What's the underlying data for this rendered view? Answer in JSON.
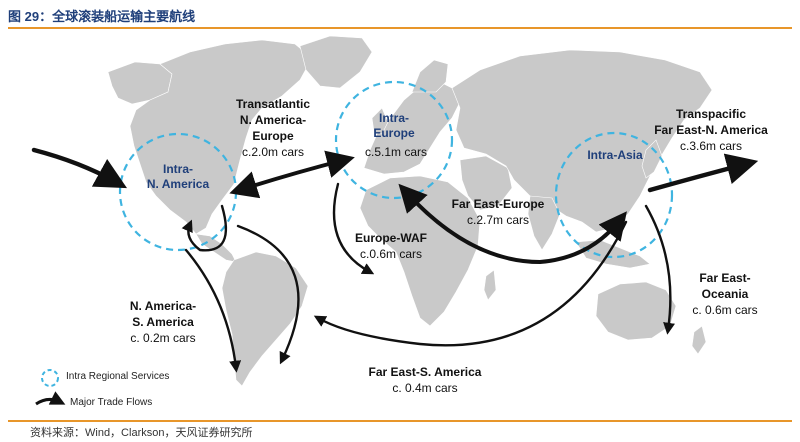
{
  "figure": {
    "title": "图 29：全球滚装船运输主要航线",
    "source": "资料来源：Wind，Clarkson，天风证券研究所"
  },
  "regions": [
    {
      "name_line1": "Intra-",
      "name_line2": "N. America"
    },
    {
      "name_line1": "Intra-",
      "name_line2": "Europe"
    },
    {
      "name_line1": "Intra-Asia",
      "name_line2": ""
    }
  ],
  "routes": {
    "transatlantic": {
      "line1": "Transatlantic",
      "line2": "N. America-",
      "line3": "Europe",
      "value": "c.2.0m cars"
    },
    "intra_europe": {
      "value": "c.5.1m cars"
    },
    "transpacific": {
      "line1": "Transpacific",
      "line2": "Far East-N. America",
      "value": "c.3.6m cars"
    },
    "fareast_europe": {
      "line1": "Far East-Europe",
      "value": "c.2.7m cars"
    },
    "europe_waf": {
      "line1": "Europe-WAF",
      "value": "c.0.6m cars"
    },
    "na_sa": {
      "line1": "N. America-",
      "line2": "S. America",
      "value": "c. 0.2m cars"
    },
    "fe_oceania": {
      "line1": "Far East-",
      "line2": "Oceania",
      "value": "c. 0.6m cars"
    },
    "fe_sa": {
      "line1": "Far East-S. America",
      "value": "c. 0.4m cars"
    }
  },
  "legend": {
    "intra_regional": "Intra Regional Services",
    "major_flows": "Major Trade Flows"
  },
  "colors": {
    "land": "#c9c9c9",
    "circle": "#3fb4e0",
    "arrow": "#111111",
    "accent": "#e8962a",
    "title": "#1f3f7a"
  }
}
